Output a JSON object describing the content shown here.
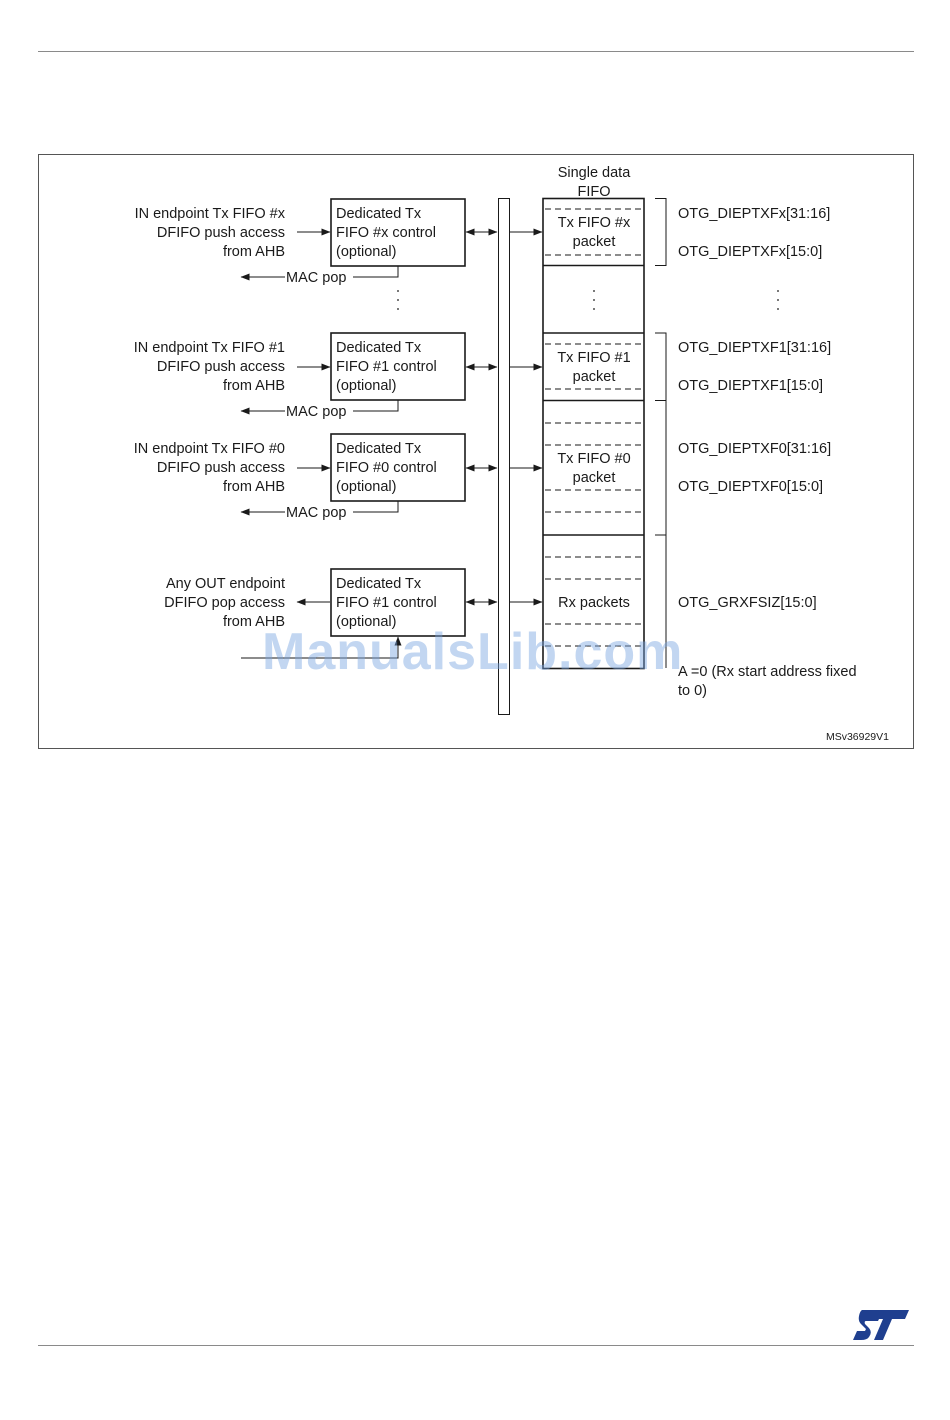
{
  "figure_id": "MSv36929V1",
  "fifo_column_title": [
    "Single data",
    "FIFO"
  ],
  "mac_pop_label": "MAC pop",
  "control_rows": [
    {
      "source": [
        "IN endpoint Tx FIFO #x",
        "DFIFO push access",
        "from AHB"
      ],
      "control": [
        "Dedicated Tx",
        "FIFO #x control",
        "(optional)"
      ],
      "packet": [
        "Tx FIFO #x",
        "packet"
      ],
      "reg_high": "OTG_DIEPTXFx[31:16]",
      "reg_low": "OTG_DIEPTXFx[15:0]"
    },
    {
      "source": [
        "IN endpoint Tx FIFO #1",
        "DFIFO push access",
        "from AHB"
      ],
      "control": [
        "Dedicated Tx",
        "FIFO #1 control",
        "(optional)"
      ],
      "packet": [
        "Tx FIFO #1",
        "packet"
      ],
      "reg_high": "OTG_DIEPTXF1[31:16]",
      "reg_low": "OTG_DIEPTXF1[15:0]"
    },
    {
      "source": [
        "IN endpoint Tx FIFO #0",
        "DFIFO push access",
        "from AHB"
      ],
      "control": [
        "Dedicated Tx",
        "FIFO #0 control",
        "(optional)"
      ],
      "packet": [
        "Tx FIFO #0",
        "packet"
      ],
      "reg_high": "OTG_DIEPTXF0[31:16]",
      "reg_low": "OTG_DIEPTXF0[15:0]"
    },
    {
      "source": [
        "Any OUT endpoint",
        "DFIFO pop access",
        "from AHB"
      ],
      "control": [
        "Dedicated Tx",
        "FIFO #1 control",
        "(optional)"
      ],
      "packet": [
        "Rx packets"
      ],
      "reg_high": "OTG_GRXFSIZ[15:0]",
      "reg_low": ""
    }
  ],
  "rx_note": [
    "A =0 (Rx start address fixed",
    "to 0)"
  ],
  "watermark": "ManualsLib.com",
  "logo": "st-logo"
}
